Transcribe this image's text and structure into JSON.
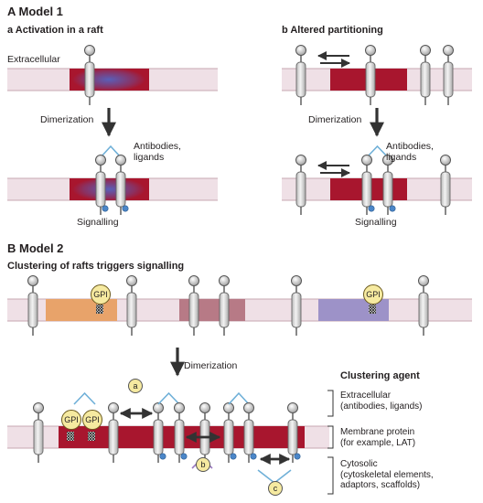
{
  "model1": {
    "heading": "A  Model 1",
    "panel_a": {
      "heading": "a   Activation in a raft",
      "extracellular": "Extracellular",
      "dimerization": "Dimerization",
      "ligands": "Antibodies,\nligands",
      "signalling": "Signalling"
    },
    "panel_b": {
      "heading": "b   Altered partitioning",
      "dimerization": "Dimerization",
      "ligands": "Antibodies,\nligands",
      "signalling": "Signalling"
    }
  },
  "model2": {
    "heading": "B  Model 2",
    "subheading": "Clustering of rafts triggers signalling",
    "gpi": "GPI",
    "dimerization": "Dimerization",
    "agent_title": "Clustering agent",
    "agents": [
      {
        "key": "a",
        "text": "Extracellular\n(antibodies, ligands)"
      },
      {
        "key": "b",
        "text": "Membrane protein\n(for example, LAT)"
      },
      {
        "key": "c",
        "text": "Cytosolic\n(cytoskeletal elements,\nadaptors, scaffolds)"
      }
    ]
  },
  "colors": {
    "membrane": "#efe0e6",
    "raft_dark": "#a8162e",
    "raft_orange": "#e8a36a",
    "raft_mauve": "#b77a86",
    "raft_purple": "#9d92c8",
    "signal_blue": "#4b86c8",
    "ligand_blue": "#6fb0d8",
    "gpi_fill": "#f6eaa0"
  }
}
